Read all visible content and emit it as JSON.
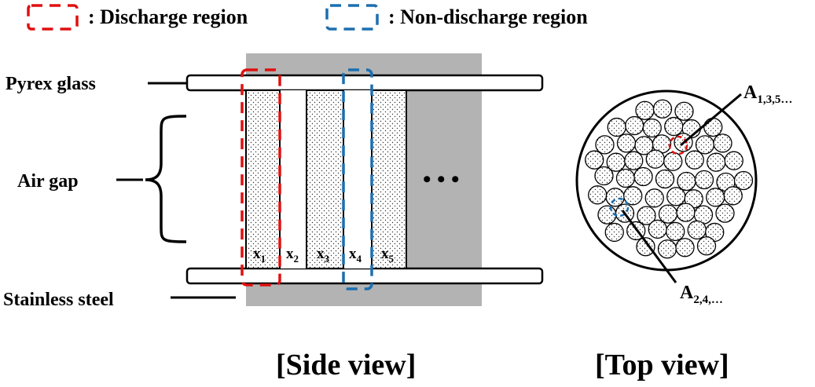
{
  "legend": {
    "discharge": {
      "text": ":  Discharge region",
      "color": "#e01010"
    },
    "non_discharge": {
      "text": ":  Non-discharge region",
      "color": "#1c6fb0"
    }
  },
  "side_view": {
    "labels": {
      "pyrex": "Pyrex glass",
      "air_gap": "Air gap",
      "steel": "Stainless steel"
    },
    "gaps": [
      {
        "base": "x",
        "sub": "1"
      },
      {
        "base": "x",
        "sub": "2"
      },
      {
        "base": "x",
        "sub": "3"
      },
      {
        "base": "x",
        "sub": "4"
      },
      {
        "base": "x",
        "sub": "5"
      }
    ],
    "ellipsis": "• • •",
    "caption": "[Side view]"
  },
  "top_view": {
    "label_a_odd": {
      "base": "A",
      "sub": "1,3,5…"
    },
    "label_a_even": {
      "base": "A",
      "sub": "2,4,…"
    },
    "caption": "[Top view]"
  },
  "colors": {
    "electrode_shadow": "#b3b3b3",
    "discharge": "#e01010",
    "non_discharge": "#1c6fb0"
  }
}
